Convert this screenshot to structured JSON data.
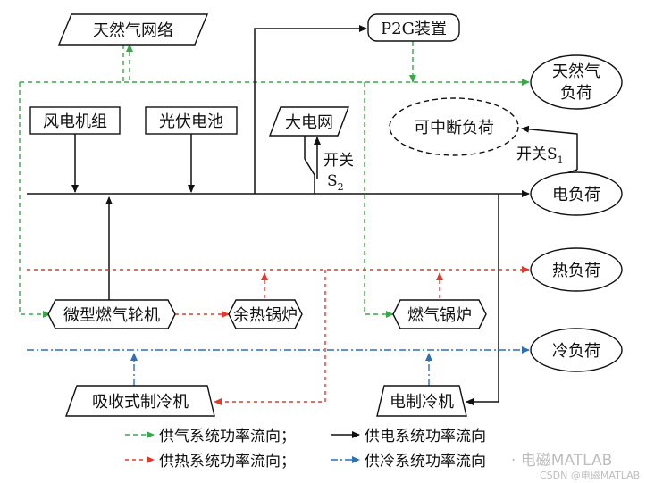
{
  "nodes": {
    "natural_gas_network": "天然气网络",
    "p2g_device": "P2G装置",
    "gas_load_line1": "天然气",
    "gas_load_line2": "负荷",
    "wind_turbine": "风电机组",
    "pv_battery": "光伏电池",
    "main_grid": "大电网",
    "interruptible_load": "可中断负荷",
    "electric_load": "电负荷",
    "heat_load": "热负荷",
    "micro_gas_turbine": "微型燃气轮机",
    "waste_heat_boiler": "余热锅炉",
    "gas_boiler": "燃气锅炉",
    "cooling_load": "冷负荷",
    "absorption_chiller": "吸收式制冷机",
    "electric_chiller": "电制冷机"
  },
  "switches": {
    "s2_label": "开关",
    "s2_symbol": "S",
    "s2_sub": "2",
    "s1_label": "开关S",
    "s1_sub": "1"
  },
  "legend": {
    "gas": "供气系统功率流向；",
    "power": "供电系统功率流向",
    "heat": "供热系统功率流向；",
    "cooling": "供冷系统功率流向"
  },
  "watermark": {
    "brand": "· 电磁MATLAB",
    "csdn": "CSDN @电磁MATLAB"
  },
  "colors": {
    "gas": "#3aa84a",
    "power": "#111111",
    "heat": "#e03a2f",
    "cooling": "#2f6fb7"
  }
}
